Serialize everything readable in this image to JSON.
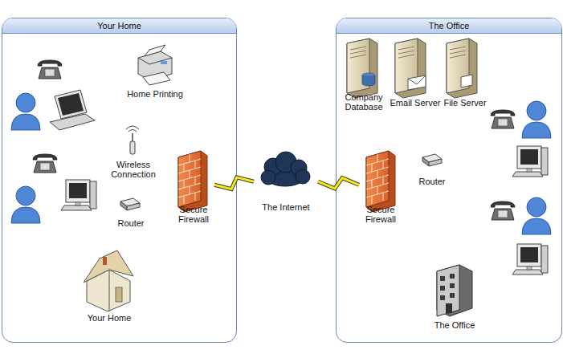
{
  "diagram": {
    "nodes": [
      {
        "text": [
          "Your Home"
        ]
      },
      {
        "text": [
          "Home Printing"
        ],
        "in": 0
      },
      {
        "text": [
          "Wireless Connection"
        ],
        "in": 0
      },
      {
        "text": [
          "Router"
        ],
        "in": 0
      },
      {
        "text": [
          "Secure Firewall"
        ],
        "in": 0
      },
      {
        "text": [
          "Your Home"
        ],
        "in": 0
      },
      {
        "text": [
          "The Internet"
        ]
      },
      {
        "text": [
          "The Office"
        ]
      },
      {
        "text": [
          "Company Database"
        ],
        "in": 7
      },
      {
        "text": [
          "Email Server"
        ],
        "in": 7
      },
      {
        "text": [
          "File Server"
        ],
        "in": 7
      },
      {
        "text": [
          "Router"
        ],
        "in": 7
      },
      {
        "text": [
          "Secure Firewall"
        ],
        "in": 7
      },
      {
        "text": [
          "The Office"
        ],
        "in": 7
      }
    ],
    "edges": [
      {
        "from": 4,
        "to": 6,
        "arrow": "none"
      },
      {
        "from": 6,
        "to": 12,
        "arrow": "none"
      }
    ]
  }
}
